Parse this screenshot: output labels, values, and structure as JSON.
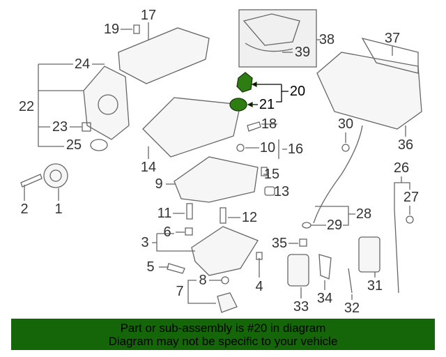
{
  "diagram": {
    "callouts": [
      "1",
      "2",
      "3",
      "4",
      "5",
      "6",
      "7",
      "8",
      "9",
      "10",
      "11",
      "12",
      "13",
      "14",
      "15",
      "16",
      "17",
      "18",
      "19",
      "20",
      "21",
      "22",
      "23",
      "24",
      "25",
      "26",
      "27",
      "28",
      "29",
      "30",
      "31",
      "32",
      "33",
      "34",
      "35",
      "36",
      "37",
      "38",
      "39"
    ],
    "highlighted": [
      "20",
      "21"
    ],
    "highlight_color": "#2e7d12",
    "line_color": "#555555"
  },
  "banner": {
    "line1": "Part or sub-assembly is #20 in diagram",
    "line2": "Diagram may not be specific to your vehicle",
    "color": "#146608"
  }
}
